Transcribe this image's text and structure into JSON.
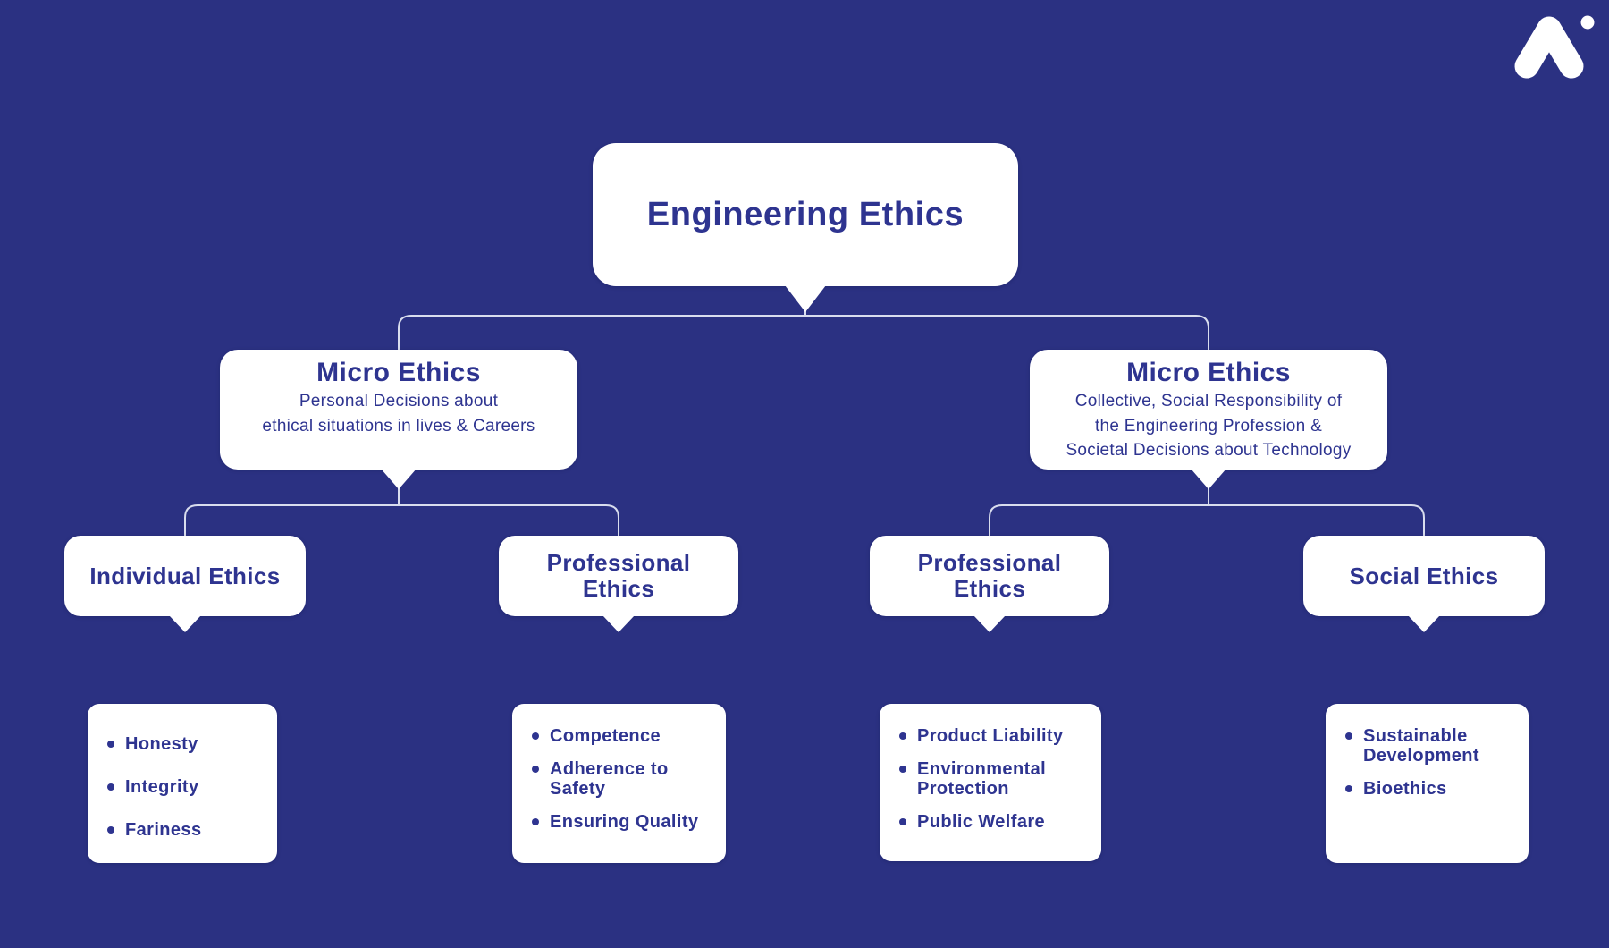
{
  "theme": {
    "bg": "#2b3182",
    "card": "#ffffff",
    "ink": "#2e3490",
    "line": "#d9ddee"
  },
  "logo": {
    "icon": "a-mark-with-dot-icon"
  },
  "root": {
    "title": "Engineering Ethics"
  },
  "branches": [
    {
      "title": "Micro Ethics",
      "subtitle_lines": [
        "Personal Decisions about",
        "ethical situations in lives & Careers"
      ]
    },
    {
      "title": "Micro Ethics",
      "subtitle_lines": [
        "Collective, Social Responsibility of",
        "the Engineering Profession &",
        "Societal Decisions about Technology"
      ]
    }
  ],
  "categories": [
    {
      "title_lines": [
        "Individual Ethics",
        ""
      ]
    },
    {
      "title_lines": [
        "Professional",
        "Ethics"
      ]
    },
    {
      "title_lines": [
        "Professional",
        "Ethics"
      ]
    },
    {
      "title_lines": [
        "Social Ethics",
        ""
      ]
    }
  ],
  "lists": [
    {
      "items": [
        "Honesty",
        "Integrity",
        "Fariness"
      ]
    },
    {
      "items": [
        "Competence",
        "Adherence to Safety",
        "Ensuring Quality"
      ]
    },
    {
      "items": [
        "Product Liability",
        "Environmental Protection",
        "Public Welfare"
      ]
    },
    {
      "items": [
        "Sustainable Development",
        "Bioethics"
      ]
    }
  ]
}
